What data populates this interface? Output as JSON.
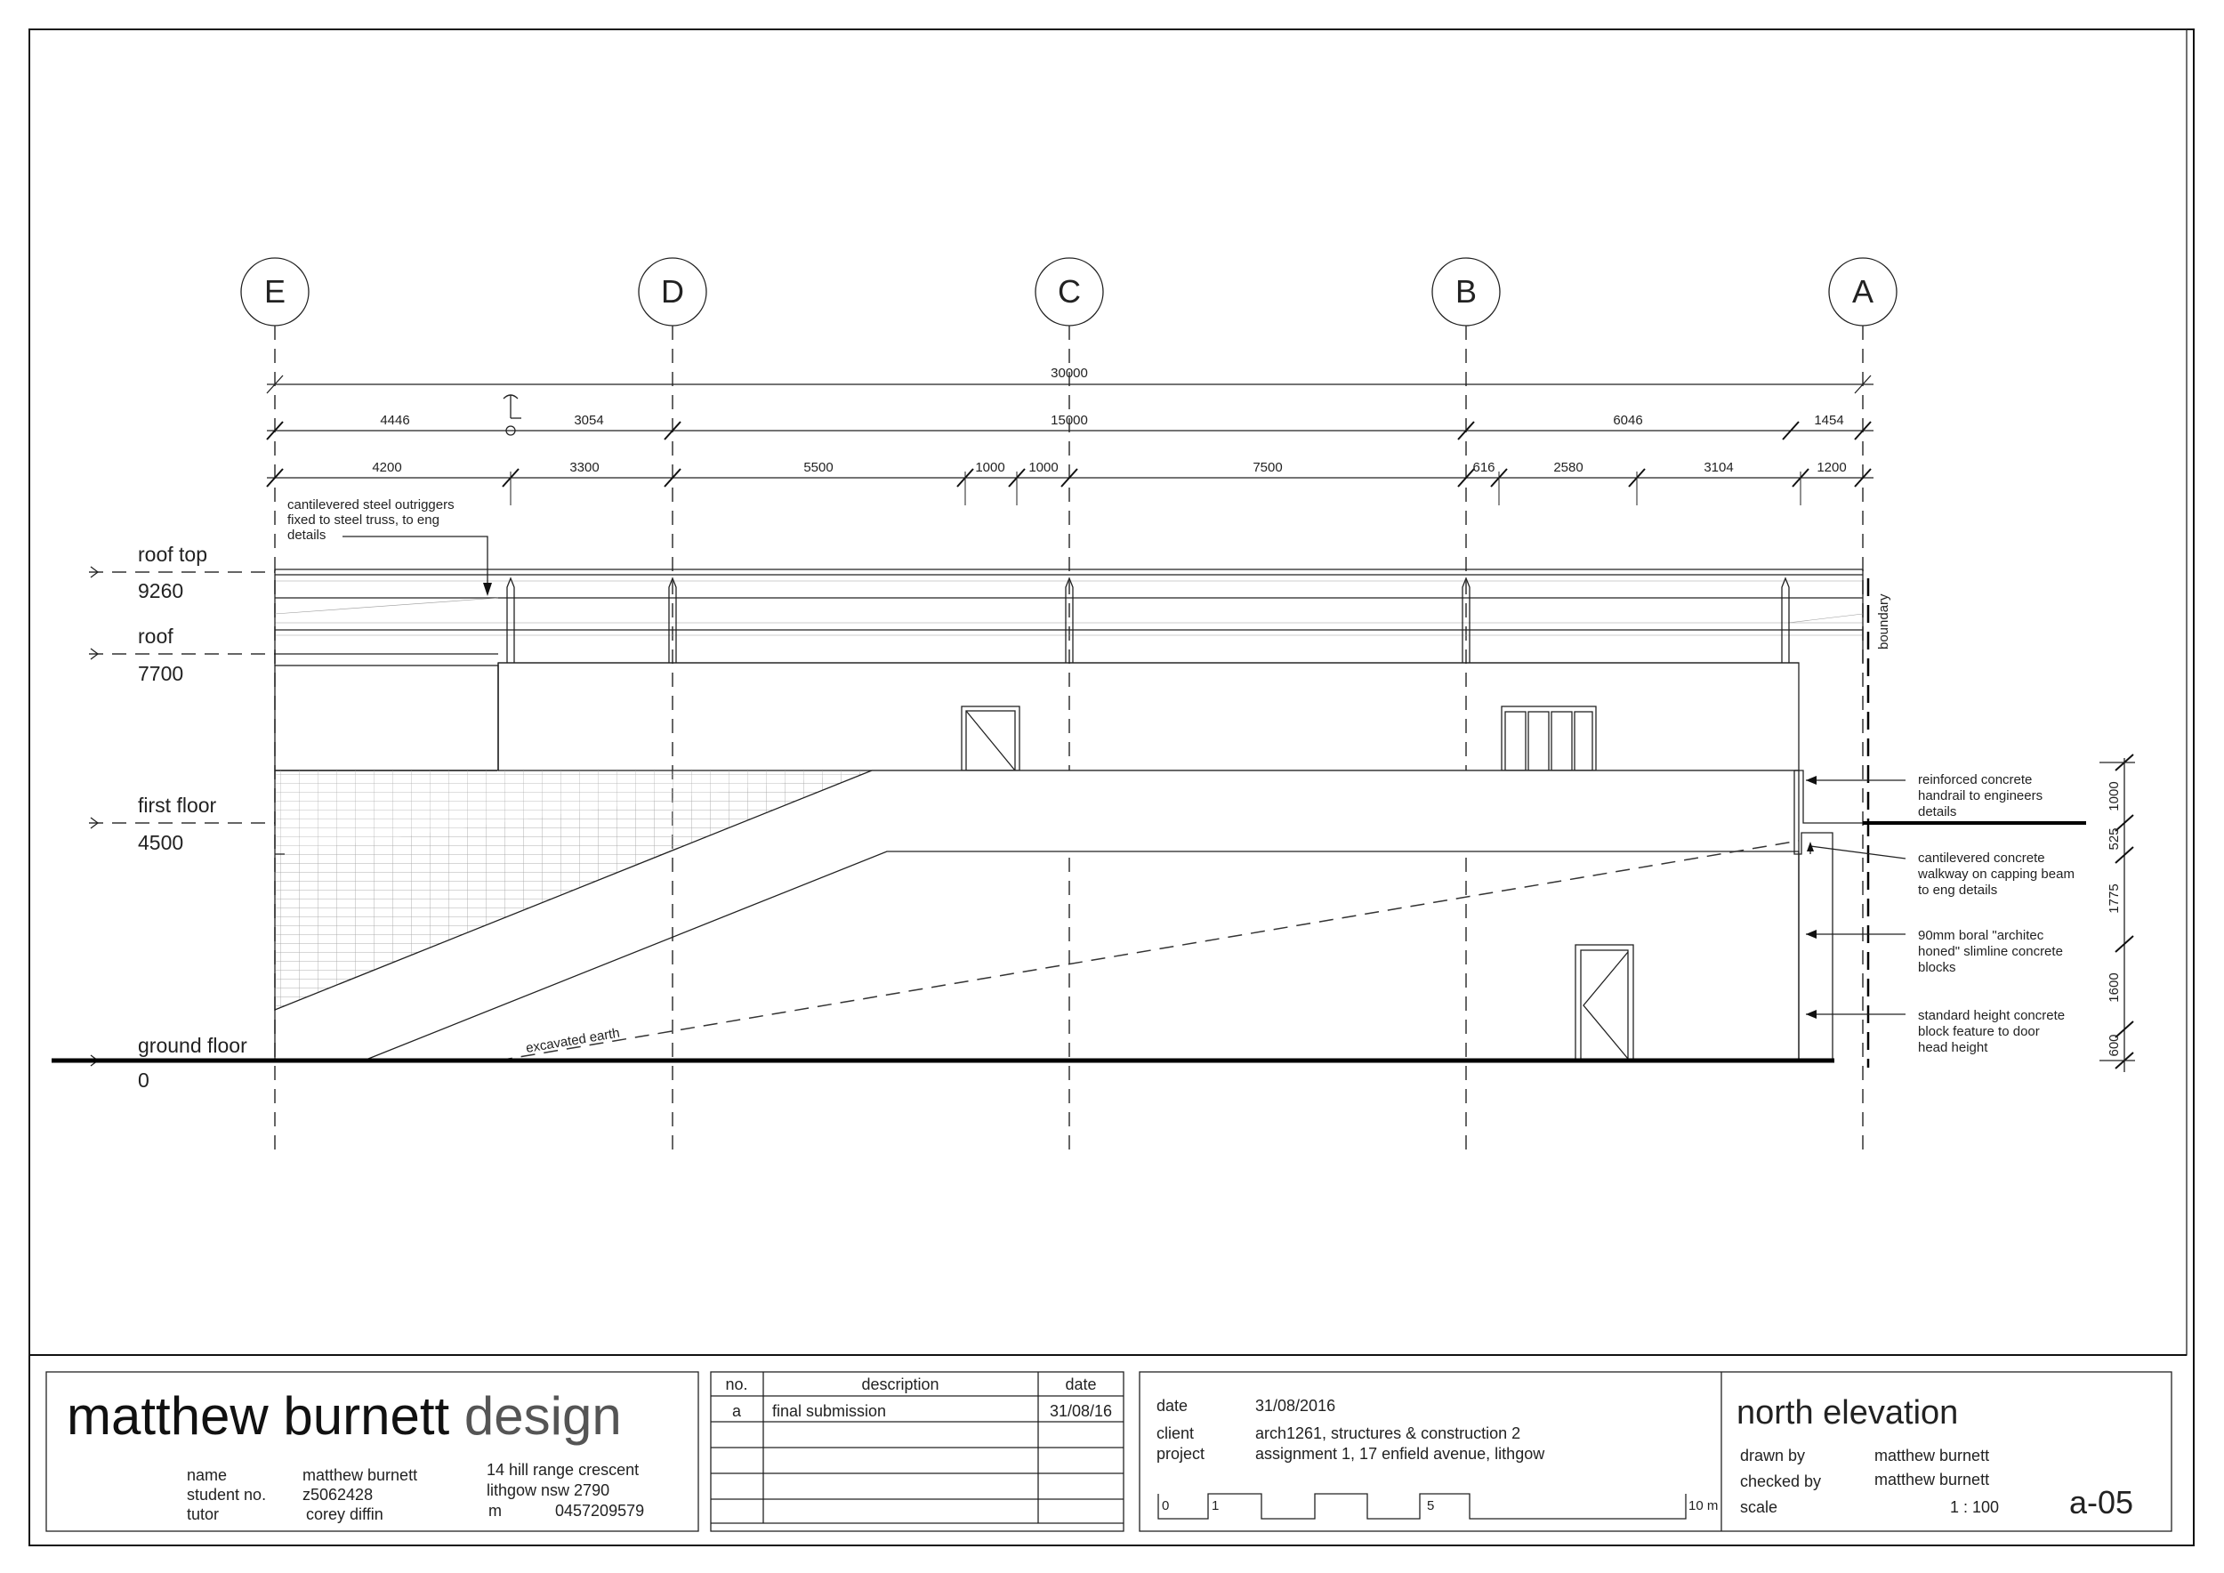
{
  "drawing": {
    "grid_labels": [
      "E",
      "D",
      "C",
      "B",
      "A"
    ],
    "dim_overall": "30000",
    "dims_row2": [
      "4446",
      "3054",
      "15000",
      "6046",
      "1454"
    ],
    "dims_row3": [
      "4200",
      "3300",
      "5500",
      "1000",
      "1000",
      "7500",
      "616",
      "2580",
      "3104",
      "1200"
    ],
    "centreline_symbol": "CL",
    "levels": [
      {
        "name": "roof top",
        "value": "9260"
      },
      {
        "name": "roof",
        "value": "7700"
      },
      {
        "name": "first floor",
        "value": "4500"
      },
      {
        "name": "ground floor",
        "value": "0"
      }
    ],
    "outrigger_note": [
      "cantilevered steel outriggers",
      "fixed to steel truss, to eng",
      "details"
    ],
    "boundary_label": "boundary",
    "excavated_label": "excavated earth",
    "annotations": [
      [
        "reinforced concrete",
        "handrail to engineers",
        "details"
      ],
      [
        "cantilevered concrete",
        "walkway on capping beam",
        "to eng details"
      ],
      [
        "90mm boral \"architec",
        "honed\" slimline concrete",
        "blocks"
      ],
      [
        "standard height concrete",
        "block feature to door",
        "head height"
      ]
    ],
    "right_dims": [
      "1000",
      "525",
      "1775",
      "1600",
      "600"
    ]
  },
  "titleblock": {
    "brand_bold": "matthew burnett",
    "brand_light": "design",
    "name_label": "name",
    "name_value": "matthew burnett",
    "student_label": "student no.",
    "student_value": "z5062428",
    "tutor_label": "tutor",
    "tutor_value": "corey diffin",
    "address1": "14 hill range crescent",
    "address2": "lithgow nsw 2790",
    "phone_label": "m",
    "phone_value": "0457209579",
    "rev_headers": [
      "no.",
      "description",
      "date"
    ],
    "rev_rows": [
      [
        "a",
        "final submission",
        "31/08/16"
      ]
    ],
    "date_label": "date",
    "date_value": "31/08/2016",
    "client_label": "client",
    "client_value": "arch1261, structures & construction 2",
    "project_label": "project",
    "project_value": "assignment 1, 17 enfield avenue, lithgow",
    "scale_ticks": [
      "0",
      "1",
      "5",
      "10 m"
    ],
    "sheet_title": "north elevation",
    "drawn_label": "drawn by",
    "drawn_value": "matthew burnett",
    "checked_label": "checked by",
    "checked_value": "matthew burnett",
    "scale_label": "scale",
    "scale_value": "1 : 100",
    "sheet_no": "a-05"
  }
}
